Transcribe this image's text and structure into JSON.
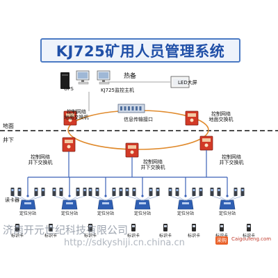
{
  "title": "KJ725矿用人员管理系统",
  "labels": {
    "hot_standby": "热备",
    "ups": "UPS",
    "host": "KJ725监控主机",
    "led": "LED大屏",
    "ground_switch": "控制网络\n地面交换机",
    "ground_switch_right": "控制网络\n地面交换机",
    "transmission": "信息传输接口",
    "ground": "地面",
    "underground": "井下",
    "ug_switch_left": "控制网络\n井下交换机",
    "ug_switch_mid": "控制网络\n井下交换机",
    "ug_switch_right": "控制网络\n井下交换机",
    "card_reader": "读卡器",
    "locator_substation": "定位分站",
    "id_card": "标识卡"
  },
  "watermarks": {
    "company": "济南开元世纪科技有限公司",
    "url": "http://sdkyshiji.cn.china.cn",
    "badge": "采购",
    "site": "Caigoufeng.com"
  },
  "colors": {
    "title_text": "#1f4fa7",
    "title_border": "#4a79c3",
    "ring": "#e08a2c",
    "switch": "#d23a26",
    "link": "#3b62b8",
    "divider": "#111111",
    "watermark": "#7d8796"
  }
}
